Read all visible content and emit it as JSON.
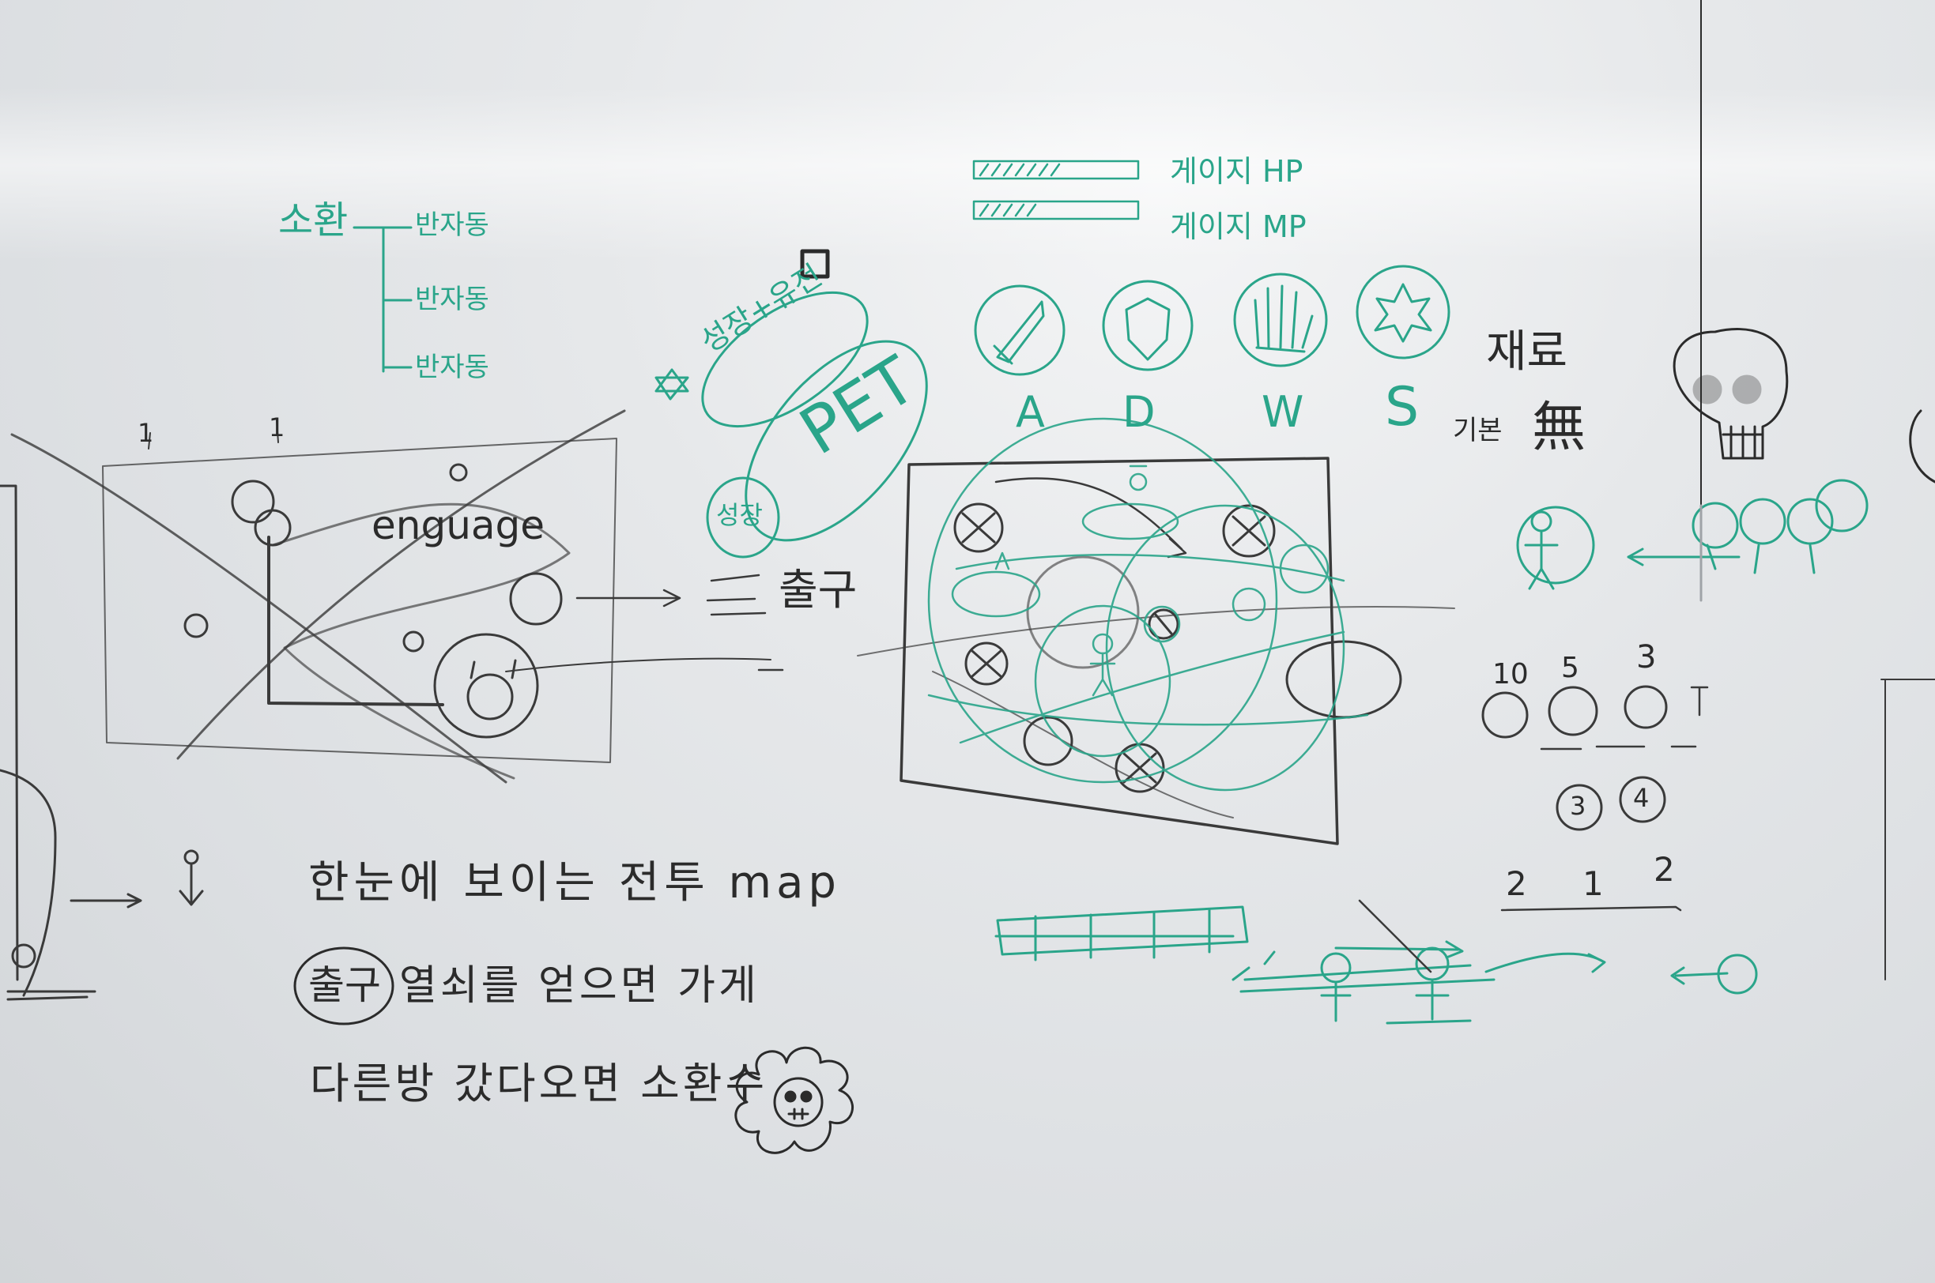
{
  "summon_tree": {
    "root": "소환",
    "branches": [
      "반자동",
      "반자동",
      "반자동"
    ]
  },
  "room_sketch": {
    "numbers": [
      "1",
      "1"
    ],
    "label": "enguage"
  },
  "exit_label": "출구",
  "pet_bubbles": [
    "성장+유전",
    "PET",
    "성장"
  ],
  "gauges": {
    "hp": "게이지 HP",
    "mp": "게이지 MP"
  },
  "stat_icons": [
    {
      "letter": "A",
      "icon": "sword-icon"
    },
    {
      "letter": "D",
      "icon": "shield-icon"
    },
    {
      "letter": "W",
      "icon": "hand-icon"
    },
    {
      "letter": "S",
      "icon": "star-icon"
    }
  ],
  "materials": {
    "title": "재료",
    "basic": "기본",
    "none": "無"
  },
  "right_numbers": [
    "10",
    "5",
    "3"
  ],
  "circled_numbers": [
    "3",
    "4"
  ],
  "timeline_numbers": [
    "2",
    "1",
    "2"
  ],
  "notes": {
    "line1": "한눈에 보이는 전투 map",
    "line2_circled": "출구",
    "line2_rest": "열쇠를 얻으면 가게",
    "line3": "다른방 갔다오면 소환수"
  },
  "colors": {
    "black_ink": "#2b2b2b",
    "green_ink": "#2aa58a"
  }
}
